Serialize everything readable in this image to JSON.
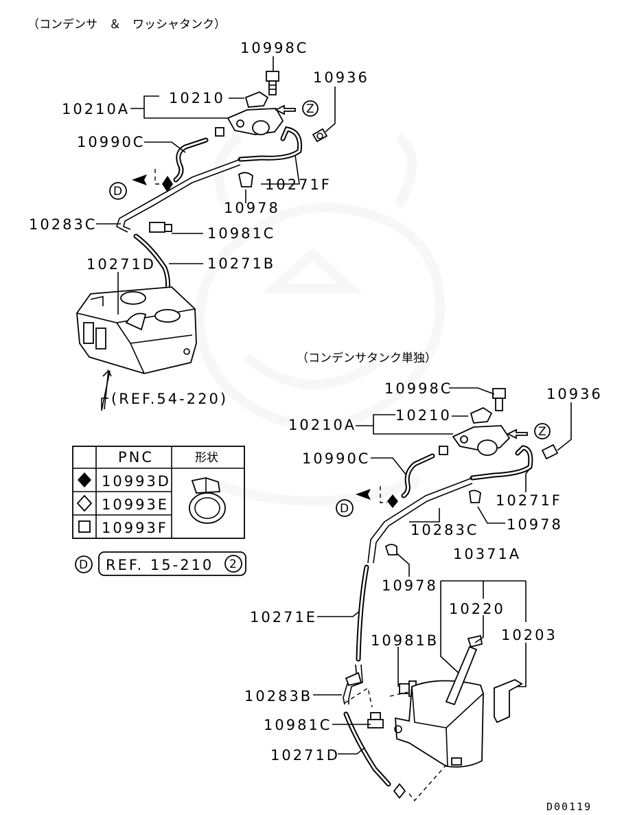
{
  "headers": {
    "top": "（コンデンサ　＆　ワッシャタンク）",
    "bottom": "（コンデンサタンク単独）"
  },
  "top_labels": {
    "p10998c": "10998C",
    "p10936": "10936",
    "p10210": "10210",
    "p10210a": "10210A",
    "z": "Z",
    "p10990c": "10990C",
    "d": "D",
    "p10271f": "10271F",
    "p10978": "10978",
    "p10283c": "10283C",
    "p10981c": "10981C",
    "p10271d": "10271D",
    "p10271b": "10271B",
    "ref": "(REF.54-220)"
  },
  "bottom_labels": {
    "p10998c": "10998C",
    "p10936": "10936",
    "p10210": "10210",
    "p10210a": "10210A",
    "z": "Z",
    "p10990c": "10990C",
    "d": "D",
    "p10271f": "10271F",
    "p10283c": "10283C",
    "p10978a": "10978",
    "p10978b": "10978",
    "p10371a": "10371A",
    "p10220": "10220",
    "p10203": "10203",
    "p10271e": "10271E",
    "p10981b": "10981B",
    "p10283b": "10283B",
    "p10981c": "10981C",
    "p10271d": "10271D"
  },
  "legend": {
    "headers": [
      "PNC",
      "形状"
    ],
    "rows": [
      {
        "symbol": "filled-diamond",
        "pnc": "10993D"
      },
      {
        "symbol": "outline-diamond",
        "pnc": "10993E"
      },
      {
        "symbol": "square",
        "pnc": "10993F"
      }
    ]
  },
  "ref_box": {
    "circle_letter": "D",
    "text": "REF. 15-210",
    "circle_number": "2"
  },
  "footer_code": "D00119"
}
